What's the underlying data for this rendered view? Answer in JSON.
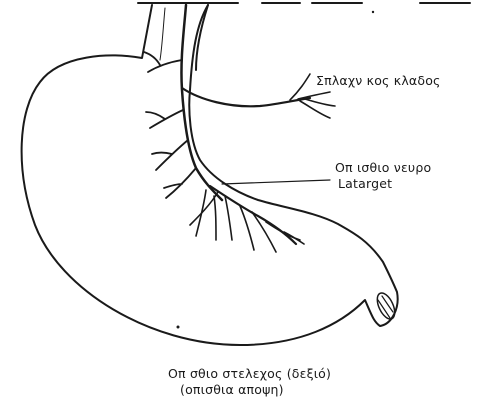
{
  "labels": {
    "splanchnic_branch": "Σπλαχν κος κλαδος",
    "posterior_nerve_line1": "Οπ ισθιο νευρο",
    "posterior_nerve_line2": "Latarget",
    "posterior_trunk_line1": "Οπ σθιο στελεχος (δεξιό)",
    "posterior_trunk_line2": "(οπισθια αποψη)"
  },
  "colors": {
    "ink": "#1a1a1a",
    "background": "#ffffff"
  }
}
